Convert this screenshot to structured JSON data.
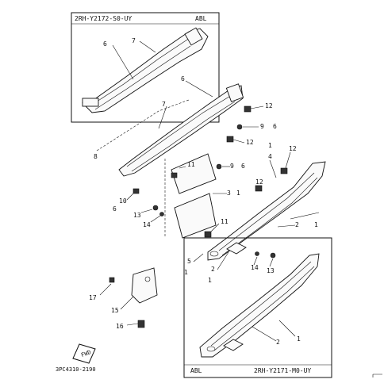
{
  "inset_top": {
    "code": "2RH-Y2172-S0-UY",
    "tag": "ABL"
  },
  "inset_bottom": {
    "code": "2RH-Y2171-M0-UY",
    "tag": "ABL"
  },
  "figure_code": "3PC4310-2190",
  "front_arrow": "FWD",
  "callouts": {
    "c1": "1",
    "c1b": "1",
    "c1c": "1",
    "c1d": "1",
    "c1e": "1",
    "c1f": "1",
    "c2": "2",
    "c2b": "2",
    "c2c": "2",
    "c3": "3",
    "c4": "4",
    "c5": "5",
    "c6": "6",
    "c6b": "6",
    "c6c": "6",
    "c6d": "6",
    "c6e": "6",
    "c7": "7",
    "c7b": "7",
    "c8": "8",
    "c9": "9",
    "c9b": "9",
    "c10": "10",
    "c11": "11",
    "c11b": "11",
    "c12": "12",
    "c12b": "12",
    "c12c": "12",
    "c12d": "12",
    "c13": "13",
    "c13b": "13",
    "c14": "14",
    "c14b": "14",
    "c15": "15",
    "c16": "16",
    "c17": "17"
  }
}
